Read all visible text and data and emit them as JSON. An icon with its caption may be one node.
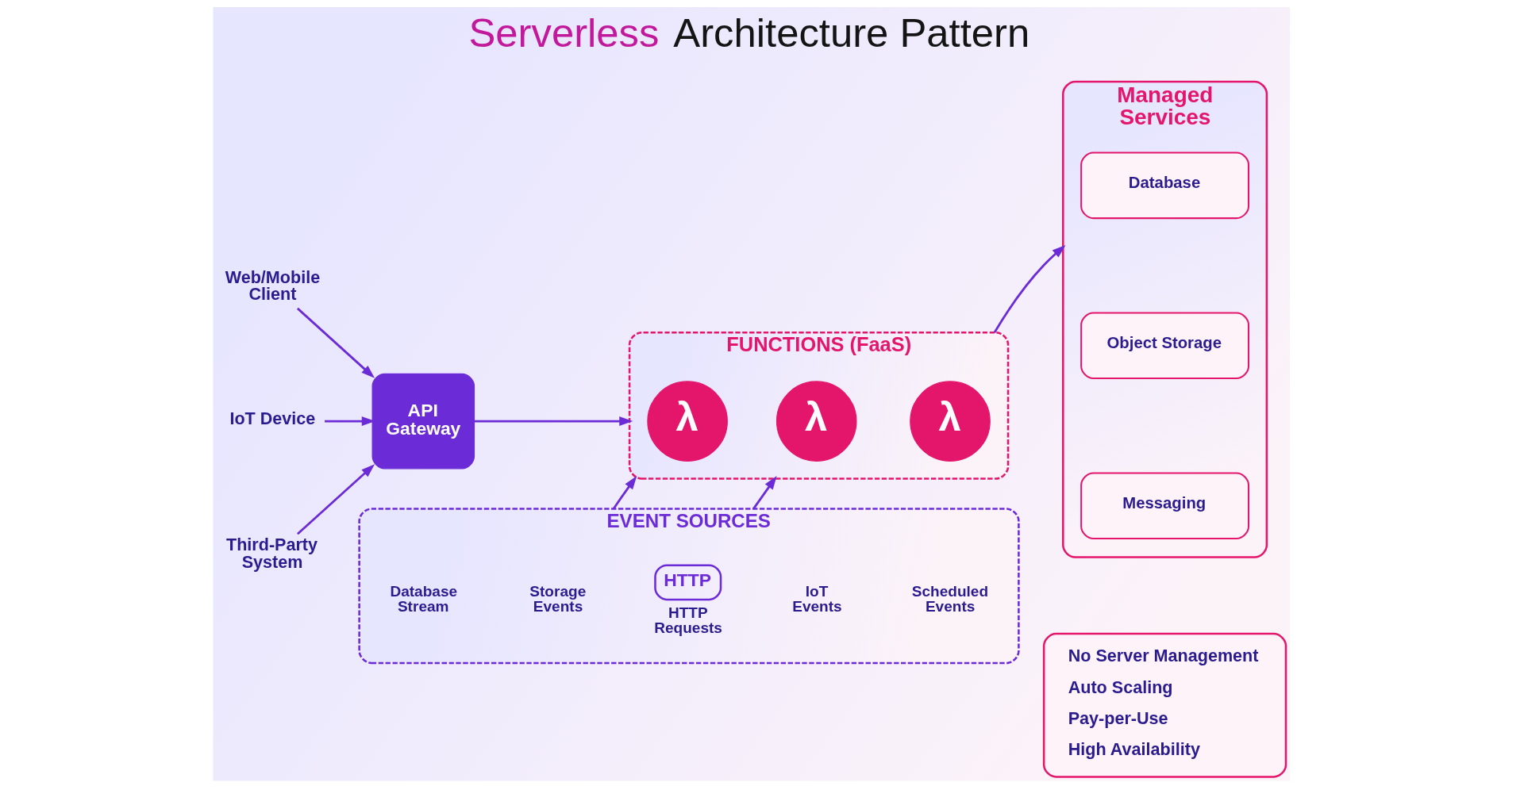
{
  "diagram": {
    "title": "Serverless Architecture Pattern",
    "nodes": [
      {
        "text": [
          "Web/Mobile Client"
        ]
      },
      {
        "text": [
          "IoT Device"
        ]
      },
      {
        "text": [
          "Third-Party System"
        ]
      },
      {
        "text": [
          "API Gateway"
        ]
      },
      {
        "text": [
          "FUNCTIONS (FaaS)"
        ]
      },
      {
        "text": [
          "λ"
        ],
        "in": 4
      },
      {
        "text": [
          "λ"
        ],
        "in": 4
      },
      {
        "text": [
          "λ"
        ],
        "in": 4
      },
      {
        "text": [
          "Managed Services"
        ]
      },
      {
        "text": [
          "Database"
        ],
        "in": 8
      },
      {
        "text": [
          "Object Storage"
        ],
        "in": 8
      },
      {
        "text": [
          "Messaging"
        ],
        "in": 8
      },
      {
        "text": [
          "EVENT SOURCES"
        ]
      },
      {
        "text": [
          "Database Stream"
        ],
        "in": 12
      },
      {
        "text": [
          "Storage Events"
        ],
        "in": 12
      },
      {
        "text": [
          "HTTP",
          "HTTP Requests"
        ],
        "in": 12
      },
      {
        "text": [
          "IoT Events"
        ],
        "in": 12
      },
      {
        "text": [
          "Scheduled Events"
        ],
        "in": 12
      },
      {
        "text": [
          "No Server Management",
          "Auto Scaling",
          "Pay-per-Use",
          "High Availability"
        ]
      }
    ],
    "edges": [
      {
        "from": 0,
        "to": 3,
        "arrow": "to"
      },
      {
        "from": 1,
        "to": 3,
        "arrow": "to"
      },
      {
        "from": 2,
        "to": 3,
        "arrow": "to"
      },
      {
        "from": 3,
        "to": 4,
        "arrow": "to"
      },
      {
        "from": 12,
        "to": 4,
        "arrow": "to"
      },
      {
        "from": 12,
        "to": 4,
        "arrow": "to"
      },
      {
        "from": 4,
        "to": 8,
        "arrow": "to"
      }
    ]
  }
}
